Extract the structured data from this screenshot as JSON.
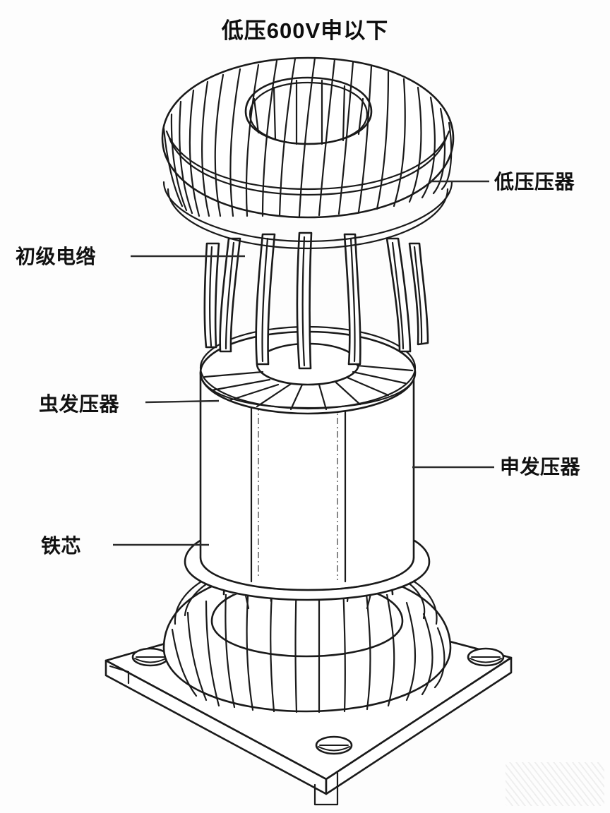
{
  "page": {
    "background": "#fdfdfd",
    "stroke": "#1a1a1a",
    "fill": "#ffffff"
  },
  "title": {
    "text": "低压600V申以下"
  },
  "labels": {
    "low_voltage": "低压压器",
    "primary_cable": "初级电绺",
    "mid_transformer": "虫发压器",
    "high_voltage": "申发压器",
    "iron_core": "铁芯"
  },
  "diagram": {
    "name": "toroidal-transformer-assembly",
    "parts": [
      {
        "id": "top-toroid",
        "label": "低压压器"
      },
      {
        "id": "primary-cable-bundle",
        "label": "初级电绺"
      },
      {
        "id": "mid-flange",
        "label": "虫发压器"
      },
      {
        "id": "core-cylinder",
        "label": "申发压器"
      },
      {
        "id": "bottom-toroid",
        "label": "铁芯"
      },
      {
        "id": "base-plate",
        "label": ""
      }
    ],
    "base_plate": {
      "mounting_holes": 4
    },
    "top_toroid": {
      "winding_segments": 26
    },
    "bottom_toroid": {
      "winding_segments": 18
    },
    "cable_bundle": {
      "strands": 6
    }
  }
}
